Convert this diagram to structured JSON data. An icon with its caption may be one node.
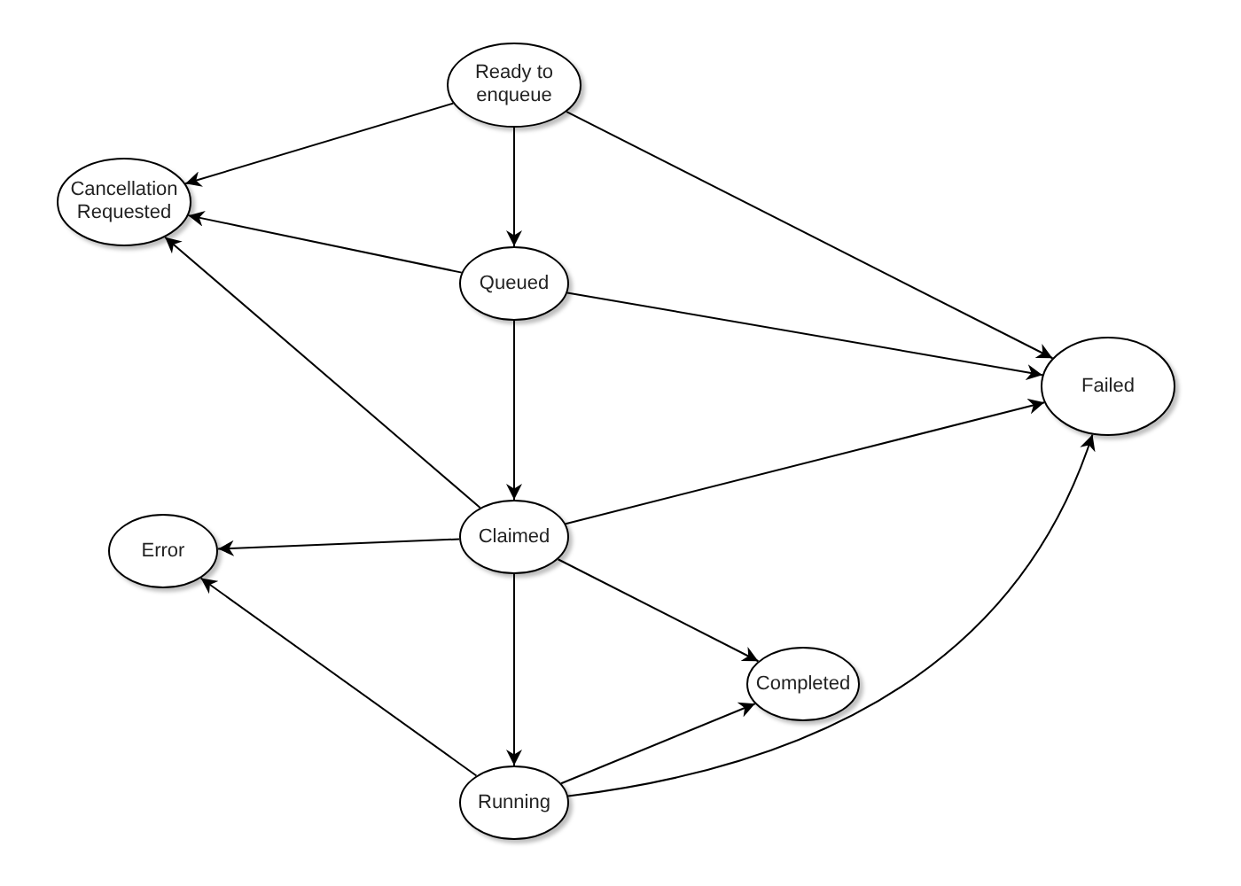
{
  "diagram": {
    "nodes": [
      {
        "text": [
          "Ready to enqueue"
        ]
      },
      {
        "text": [
          "Cancellation Requested"
        ]
      },
      {
        "text": [
          "Queued"
        ]
      },
      {
        "text": [
          "Failed"
        ]
      },
      {
        "text": [
          "Claimed"
        ]
      },
      {
        "text": [
          "Error"
        ]
      },
      {
        "text": [
          "Completed"
        ]
      },
      {
        "text": [
          "Running"
        ]
      }
    ],
    "edges": [
      {
        "from": 0,
        "to": 1,
        "arrow": "to"
      },
      {
        "from": 0,
        "to": 2,
        "arrow": "to"
      },
      {
        "from": 0,
        "to": 3,
        "arrow": "to"
      },
      {
        "from": 2,
        "to": 1,
        "arrow": "to"
      },
      {
        "from": 2,
        "to": 3,
        "arrow": "to"
      },
      {
        "from": 2,
        "to": 4,
        "arrow": "to"
      },
      {
        "from": 4,
        "to": 1,
        "arrow": "to"
      },
      {
        "from": 4,
        "to": 3,
        "arrow": "to"
      },
      {
        "from": 4,
        "to": 5,
        "arrow": "to"
      },
      {
        "from": 4,
        "to": 6,
        "arrow": "to"
      },
      {
        "from": 4,
        "to": 7,
        "arrow": "to"
      },
      {
        "from": 7,
        "to": 5,
        "arrow": "to"
      },
      {
        "from": 7,
        "to": 6,
        "arrow": "to"
      },
      {
        "from": 7,
        "to": 3,
        "arrow": "to"
      }
    ]
  }
}
